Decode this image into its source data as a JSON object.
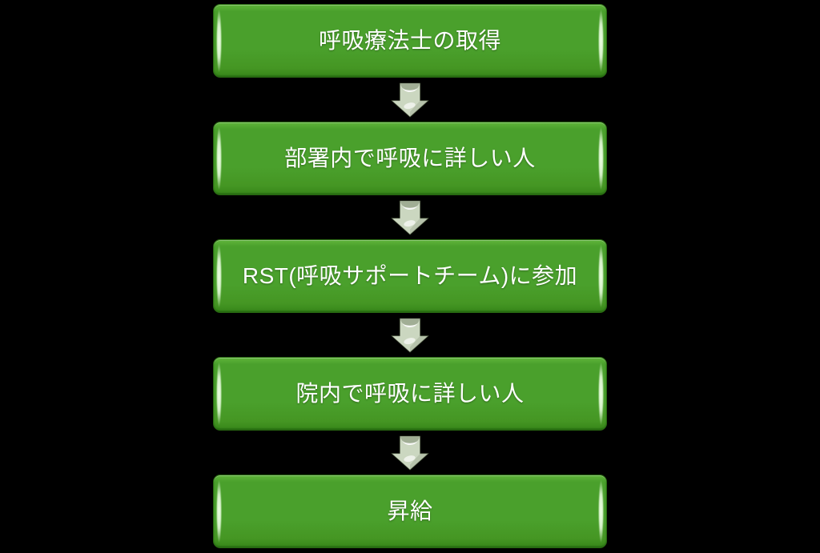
{
  "diagram": {
    "type": "vertical-process-flowchart",
    "steps": [
      {
        "label": "呼吸療法士の取得"
      },
      {
        "label": "部署内で呼吸に詳しい人"
      },
      {
        "label": "RST(呼吸サポートチーム)に参加"
      },
      {
        "label": "院内で呼吸に詳しい人"
      },
      {
        "label": "昇給"
      }
    ],
    "connector_icon": "down-block-arrow",
    "colors": {
      "background": "#000000",
      "box_fill": "#4AA02C",
      "box_fill_top": "#60B53B",
      "box_fill_bottom": "#3A8A1C",
      "box_border": "#2A6B12",
      "box_edge_highlight": "#EDFFE3",
      "text": "#FFFFFF",
      "arrow_fill": "#CBD7C0",
      "arrow_shadow": "#9AA78D",
      "arrow_highlight": "#FFFFFF"
    }
  }
}
